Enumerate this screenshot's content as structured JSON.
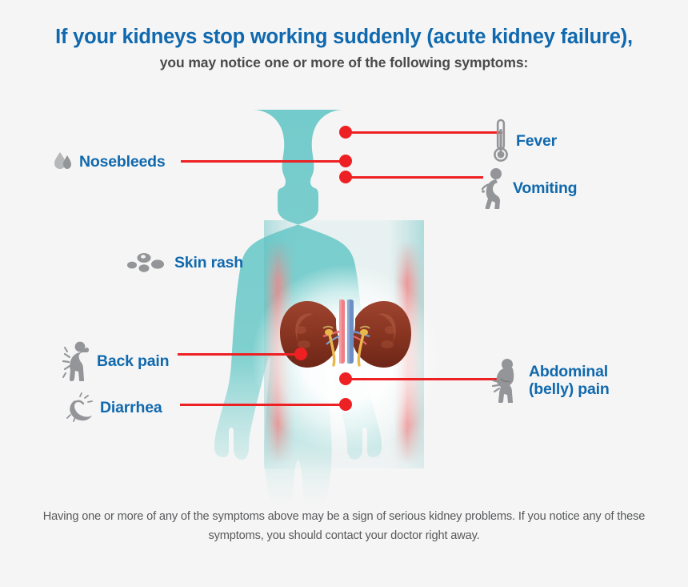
{
  "meta": {
    "background_color": "#f5f5f5",
    "accent_blue": "#1069AE",
    "line_red": "#ED2024",
    "body_teal": "#7ACFCE",
    "body_pink": "#F59A9A",
    "icon_gray": "#939598",
    "kidney_color": "#8C3A27"
  },
  "header": {
    "title": "If your kidneys stop working suddenly (acute kidney failure),",
    "subtitle": "you may notice one or more of the following symptoms:"
  },
  "symptoms": [
    {
      "id": "fever",
      "label": "Fever",
      "label2": "",
      "icon": "thermometer-icon",
      "side": "right"
    },
    {
      "id": "vomiting",
      "label": "Vomiting",
      "label2": "",
      "icon": "vomiting-person-icon",
      "side": "right"
    },
    {
      "id": "nosebleeds",
      "label": "Nosebleeds",
      "label2": "",
      "icon": "blood-drops-icon",
      "side": "left"
    },
    {
      "id": "skin-rash",
      "label": "Skin rash",
      "label2": "",
      "icon": "rash-spots-icon",
      "side": "left"
    },
    {
      "id": "back-pain",
      "label": "Back pain",
      "label2": "",
      "icon": "back-pain-person-icon",
      "side": "left"
    },
    {
      "id": "diarrhea",
      "label": "Diarrhea",
      "label2": "",
      "icon": "stomach-icon",
      "side": "left"
    },
    {
      "id": "abdominal-pain",
      "label": "Abdominal",
      "label2": "(belly) pain",
      "icon": "abdominal-pain-person-icon",
      "side": "right"
    }
  ],
  "figure": {
    "name": "human-body-silhouette",
    "organ": "kidneys-illustration",
    "marker_count": 6
  },
  "footer": {
    "text": "Having one or more of any of the symptoms above may be a sign of serious kidney problems. If you notice any of these symptoms, you should contact your doctor right away."
  }
}
